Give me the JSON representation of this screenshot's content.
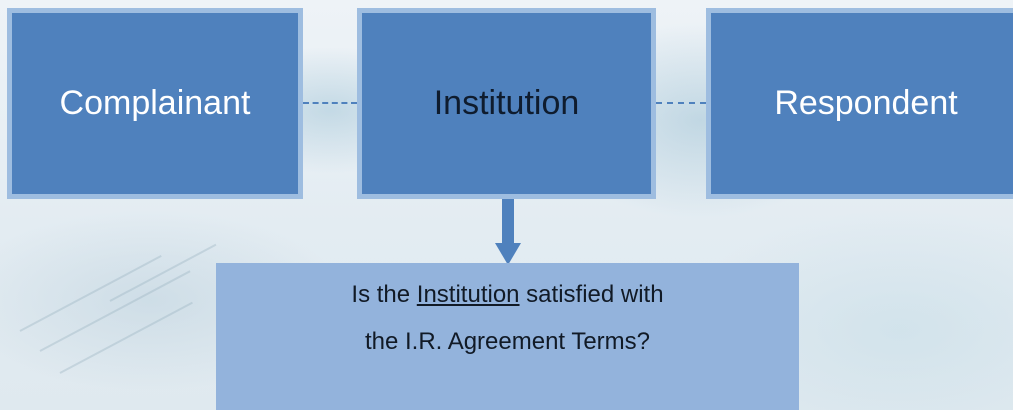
{
  "diagram": {
    "nodes": {
      "complainant": "Complainant",
      "institution": "Institution",
      "respondent": "Respondent"
    },
    "question": {
      "prefix": "Is the ",
      "emphasis": "Institution",
      "suffix": " satisfied with",
      "line2": "the I.R. Agreement Terms?"
    }
  },
  "colors": {
    "box_fill": "#4f81bd",
    "box_border": "#9ebde0",
    "question_fill": "#93b3dc",
    "connector": "#4f81bd"
  }
}
